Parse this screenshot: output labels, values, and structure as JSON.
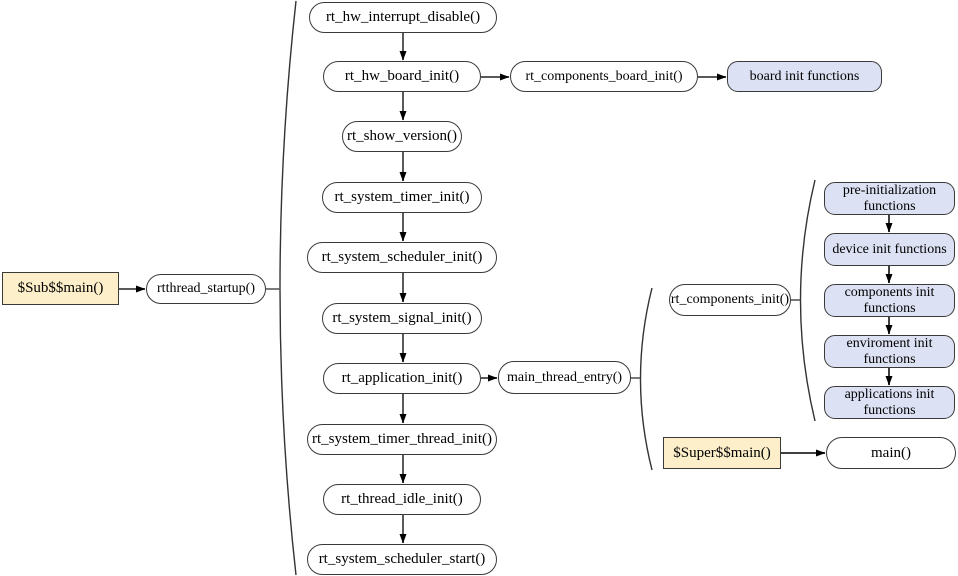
{
  "colors": {
    "process_fill": "#ffffff",
    "process_border": "#3a3a3a",
    "file_fill": "#fcefc9",
    "file_border": "#3a3a3a",
    "blue_fill": "#dce1f3",
    "blue_border": "#3a3a3a",
    "connector": "#595959",
    "brace": "#333333",
    "arrowhead": "#000000"
  },
  "nodes": {
    "sub_main": {
      "label": "$Sub$$main()",
      "kind": "file"
    },
    "rtthread_startup": {
      "label": "rtthread_startup()",
      "kind": "process"
    },
    "hw_interrupt_disable": {
      "label": "rt_hw_interrupt_disable()",
      "kind": "process"
    },
    "hw_board_init": {
      "label": "rt_hw_board_init()",
      "kind": "process"
    },
    "components_board_init": {
      "label": "rt_components_board_init()",
      "kind": "process"
    },
    "board_init_functions": {
      "label": "board init functions",
      "kind": "blue"
    },
    "show_version": {
      "label": "rt_show_version()",
      "kind": "process"
    },
    "system_timer_init": {
      "label": "rt_system_timer_init()",
      "kind": "process"
    },
    "system_scheduler_init": {
      "label": "rt_system_scheduler_init()",
      "kind": "process"
    },
    "system_signal_init": {
      "label": "rt_system_signal_init()",
      "kind": "process"
    },
    "application_init": {
      "label": "rt_application_init()",
      "kind": "process"
    },
    "main_thread_entry": {
      "label": "main_thread_entry()",
      "kind": "process"
    },
    "system_timer_thread_init": {
      "label": "rt_system_timer_thread_init()",
      "kind": "process"
    },
    "thread_idle_init": {
      "label": "rt_thread_idle_init()",
      "kind": "process"
    },
    "system_scheduler_start": {
      "label": "rt_system_scheduler_start()",
      "kind": "process"
    },
    "components_init": {
      "label": "rt_components_init()",
      "kind": "process"
    },
    "pre_init_functions": {
      "label": "pre-initialization functions",
      "kind": "blue"
    },
    "device_init_functions": {
      "label": "device init functions",
      "kind": "blue"
    },
    "components_init_functions": {
      "label": "components init functions",
      "kind": "blue"
    },
    "environment_init_functions": {
      "label": "enviroment init functions",
      "kind": "blue"
    },
    "applications_init_functions": {
      "label": "applications init functions",
      "kind": "blue"
    },
    "super_main": {
      "label": "$Super$$main()",
      "kind": "file"
    },
    "main_fn": {
      "label": "main()",
      "kind": "process"
    }
  }
}
